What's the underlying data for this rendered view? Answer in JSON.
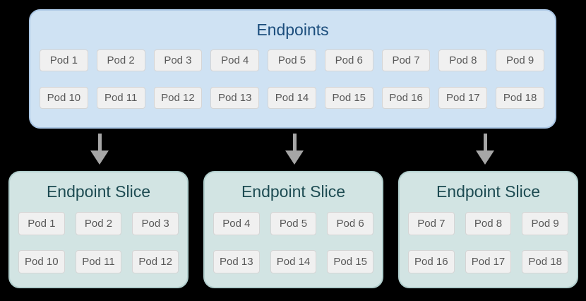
{
  "colors": {
    "background": "#000000",
    "endpoints_fill": "#cfe2f3",
    "endpoints_border": "#aac6e4",
    "endpoints_title": "#1b4d7c",
    "slice_fill": "#d2e4e3",
    "slice_border": "#b2cfce",
    "slice_title": "#1d4b52",
    "pod_fill": "#f0f0f0",
    "pod_border": "#d5d5d5",
    "pod_text": "#585858",
    "arrow": "#a6a6a6"
  },
  "endpoints": {
    "title": "Endpoints",
    "pods": [
      "Pod 1",
      "Pod 2",
      "Pod 3",
      "Pod 4",
      "Pod 5",
      "Pod 6",
      "Pod 7",
      "Pod 8",
      "Pod 9",
      "Pod 10",
      "Pod 11",
      "Pod 12",
      "Pod 13",
      "Pod 14",
      "Pod 15",
      "Pod 16",
      "Pod 17",
      "Pod 18"
    ]
  },
  "slices": [
    {
      "title": "Endpoint Slice",
      "pods": [
        "Pod 1",
        "Pod 2",
        "Pod 3",
        "Pod 10",
        "Pod 11",
        "Pod 12"
      ]
    },
    {
      "title": "Endpoint Slice",
      "pods": [
        "Pod 4",
        "Pod 5",
        "Pod 6",
        "Pod 13",
        "Pod 14",
        "Pod 15"
      ]
    },
    {
      "title": "Endpoint Slice",
      "pods": [
        "Pod 7",
        "Pod 8",
        "Pod 9",
        "Pod 16",
        "Pod 17",
        "Pod 18"
      ]
    }
  ]
}
